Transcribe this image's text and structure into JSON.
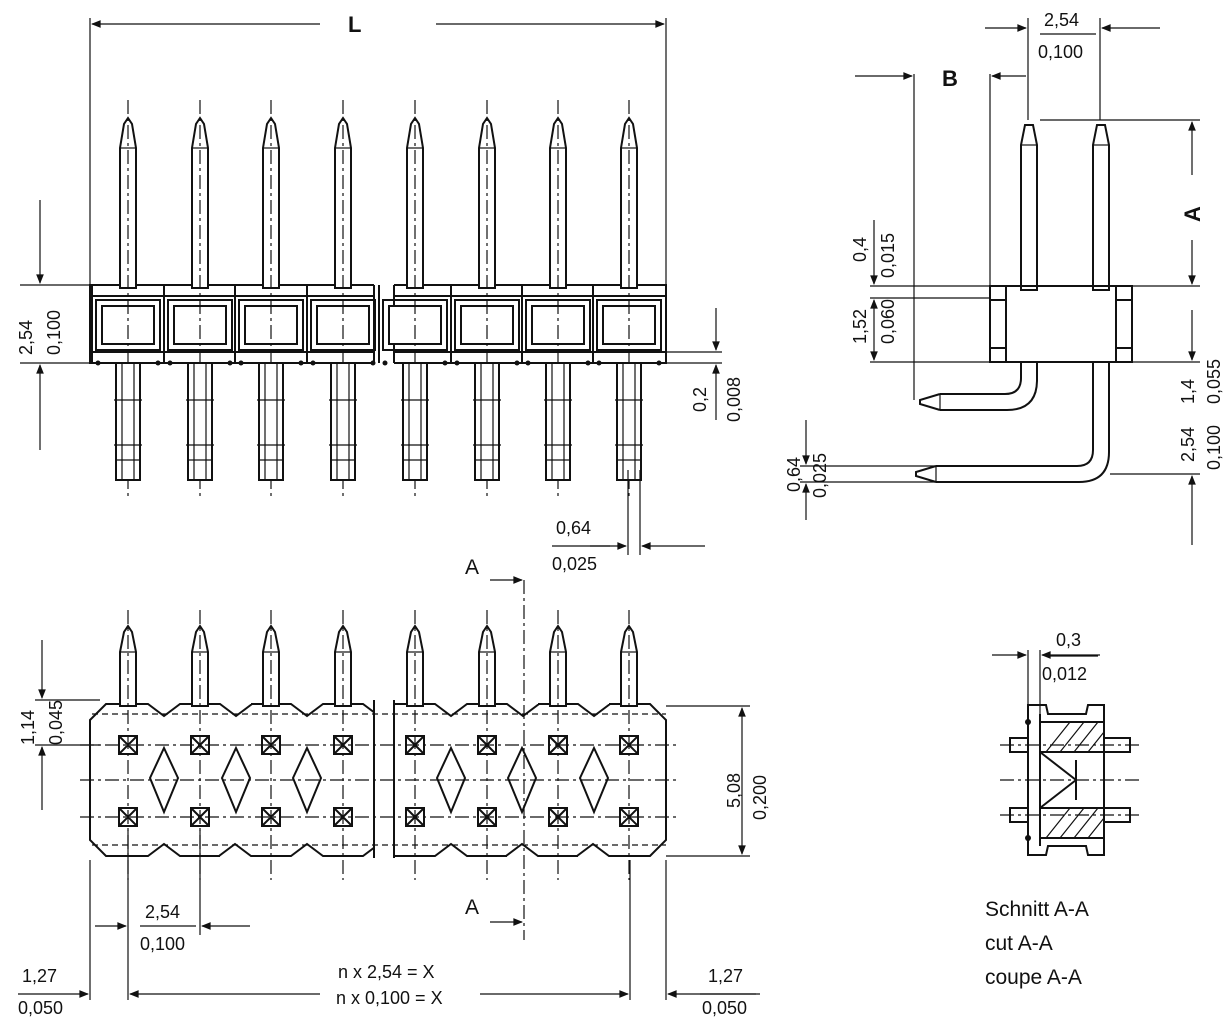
{
  "labels": {
    "L": "L",
    "B": "B",
    "A": "A",
    "sectionA": "A"
  },
  "dims": {
    "pitch_mm": "2,54",
    "pitch_in": "0,100",
    "h_mm": "2,54",
    "h_in": "0,100",
    "gap_mm": "0,2",
    "gap_in": "0,008",
    "pin_mm": "0,64",
    "pin_in": "0,025",
    "t04_mm": "0,4",
    "t04_in": "0,015",
    "t152_mm": "1,52",
    "t152_in": "0,060",
    "t14_mm": "1,4",
    "t14_in": "0,055",
    "r254_mm": "2,54",
    "r254_in": "0,100",
    "rp_mm": "0,64",
    "rp_in": "0,025",
    "bot_mm": "1,14",
    "bot_in": "0,045",
    "w_mm": "5,08",
    "w_in": "0,200",
    "bp_mm": "2,54",
    "bp_in": "0,100",
    "e_mm": "1,27",
    "e_in": "0,050",
    "e2_mm": "1,27",
    "e2_in": "0,050",
    "nx_mm": "n x 2,54 = X",
    "nx_in": "n x 0,100 = X",
    "s03_mm": "0,3",
    "s03_in": "0,012"
  },
  "section_caption": [
    "Schnitt A-A",
    "cut A-A",
    "coupe A-A"
  ]
}
